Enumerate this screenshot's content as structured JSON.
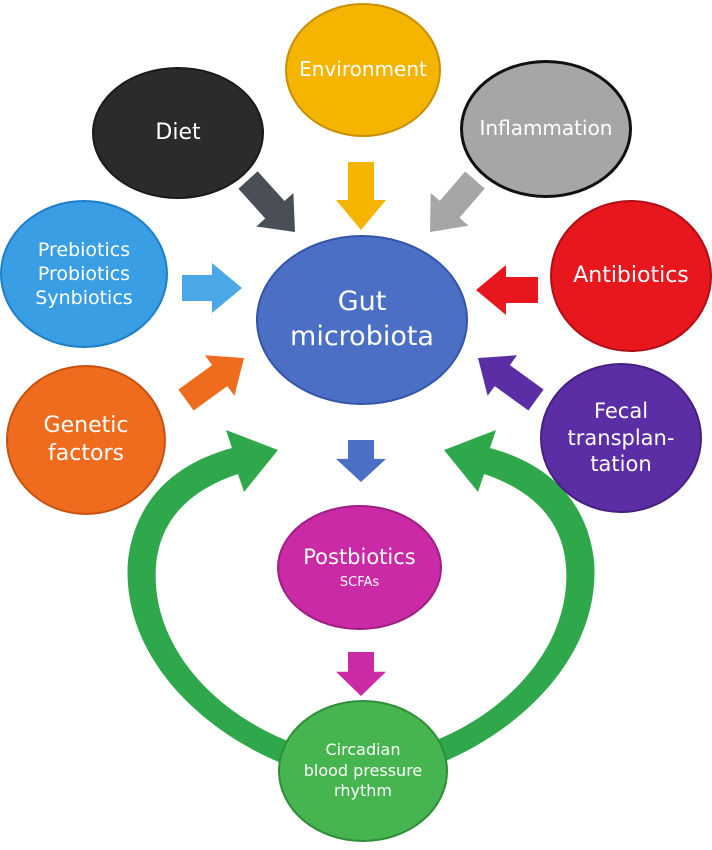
{
  "nodes": {
    "diet": {
      "lines": [
        "Diet"
      ],
      "color": "#2b2b2b"
    },
    "environment": {
      "lines": [
        "Environment"
      ],
      "color": "#f4b400"
    },
    "inflammation": {
      "lines": [
        "Inflammation"
      ],
      "color": "#a6a6a6"
    },
    "biotics": {
      "lines": [
        "Prebiotics",
        "Probiotics",
        "Synbiotics"
      ],
      "color": "#3a9ee4"
    },
    "antibiotics": {
      "lines": [
        "Antibiotics"
      ],
      "color": "#e8161d"
    },
    "gut": {
      "lines": [
        "Gut",
        "microbiota"
      ],
      "color": "#4a6fc5"
    },
    "genetic": {
      "lines": [
        "Genetic",
        "factors"
      ],
      "color": "#ef6c1e"
    },
    "fecal": {
      "lines": [
        "Fecal",
        "transplan-",
        "tation"
      ],
      "color": "#5b2ea5"
    },
    "postbiotics": {
      "lines": [
        "Postbiotics"
      ],
      "sub": "SCFAs",
      "color": "#cb2aa6"
    },
    "circadian": {
      "lines": [
        "Circadian",
        "blood pressure",
        "rhythm"
      ],
      "color": "#47b54f"
    }
  },
  "arrows": [
    {
      "from": "diet",
      "to": "gut",
      "color": "#4a4f57"
    },
    {
      "from": "environment",
      "to": "gut",
      "color": "#f4b400"
    },
    {
      "from": "inflammation",
      "to": "gut",
      "color": "#a6a6a6"
    },
    {
      "from": "biotics",
      "to": "gut",
      "color": "#4aa8e6"
    },
    {
      "from": "antibiotics",
      "to": "gut",
      "color": "#e8161d"
    },
    {
      "from": "genetic",
      "to": "gut",
      "color": "#ef6c1e"
    },
    {
      "from": "fecal",
      "to": "gut",
      "color": "#5b2ea5"
    },
    {
      "from": "gut",
      "to": "postbiotics",
      "color": "#4a6fc5"
    },
    {
      "from": "postbiotics",
      "to": "circadian",
      "color": "#cb2aa6"
    },
    {
      "from": "circadian",
      "to": "gut",
      "color": "#2ea84a",
      "style": "curved-left"
    },
    {
      "from": "circadian",
      "to": "gut",
      "color": "#2ea84a",
      "style": "curved-right"
    }
  ]
}
